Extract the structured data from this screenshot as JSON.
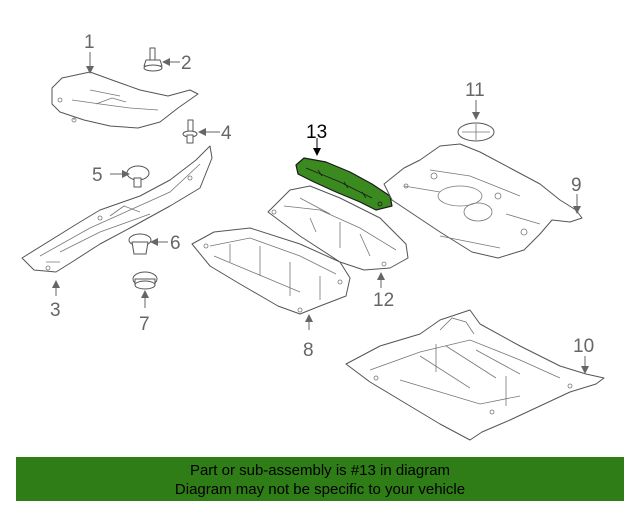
{
  "diagram": {
    "callouts": [
      "1",
      "2",
      "3",
      "4",
      "5",
      "6",
      "7",
      "8",
      "9",
      "10",
      "11",
      "12",
      "13"
    ],
    "highlight_color": "#3a8a1f"
  },
  "banner": {
    "line1": "Part or sub-assembly is #13 in diagram",
    "line2": "Diagram may not be specific to your vehicle",
    "background": "#2f7d17"
  }
}
